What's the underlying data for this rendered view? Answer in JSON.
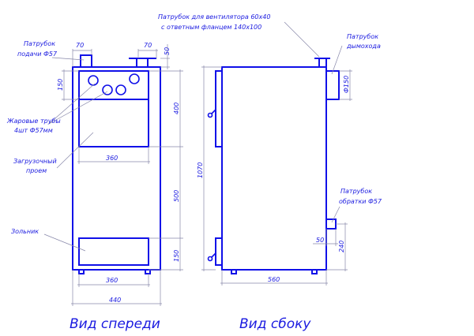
{
  "labels": {
    "fan_pipe_line1": "Патрубок для вентилятора 60х40",
    "fan_pipe_line2": "с ответным фланцем 140х100",
    "supply_pipe_line1": "Патрубок",
    "supply_pipe_line2": "подачи Ф57",
    "chimney_line1": "Патрубок",
    "chimney_line2": "дымохода",
    "fire_tubes_line1": "Жаровые трубы",
    "fire_tubes_line2": "4шт Ф57мм",
    "loading_line1": "Загрузочный",
    "loading_line2": "проем",
    "ash_door": "Зольник",
    "return_line1": "Патрубок",
    "return_line2": "обратки Ф57"
  },
  "dimensions": {
    "pipe_left_70": "70",
    "pipe_right_70": "70",
    "top_50": "50",
    "left_150": "150",
    "right_400": "400",
    "door_width_360": "360",
    "right_500": "500",
    "bottom_150": "150",
    "ash_width_360": "360",
    "total_width_440": "440",
    "height_1070": "1070",
    "chimney_150": "Ф150",
    "return_50": "50",
    "return_240": "240",
    "depth_560": "560"
  },
  "views": {
    "front": "Вид спереди",
    "side": "Вид сбоку"
  }
}
